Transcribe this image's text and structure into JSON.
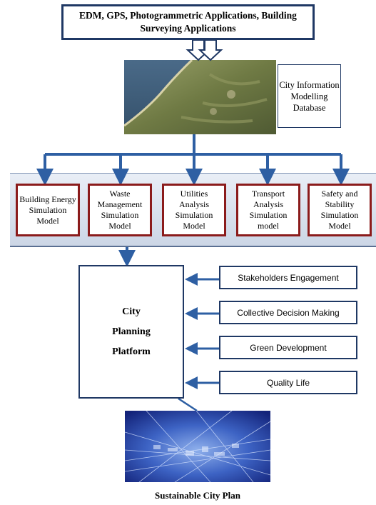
{
  "top_box": {
    "text": "EDM, GPS, Photogrammetric Applications, Building Surveying Applications"
  },
  "database": {
    "text": "City Information Modelling Database"
  },
  "simulation_models": [
    {
      "label": "Building Energy Simulation Model"
    },
    {
      "label": "Waste Management Simulation Model"
    },
    {
      "label": "Utilities Analysis Simulation Model"
    },
    {
      "label": "Transport Analysis Simulation model"
    },
    {
      "label": "Safety and Stability Simulation Model"
    }
  ],
  "platform": {
    "line1": "City",
    "line2": "Planning",
    "line3": "Platform"
  },
  "inputs": [
    {
      "label": "Stakeholders Engagement"
    },
    {
      "label": "Collective Decision Making"
    },
    {
      "label": "Green Development"
    },
    {
      "label": "Quality Life"
    }
  ],
  "caption": {
    "text": "Sustainable City Plan"
  },
  "colors": {
    "navy": "#1f3864",
    "arrow_blue": "#2e5fa3",
    "sim_border": "#8b1b1b"
  }
}
